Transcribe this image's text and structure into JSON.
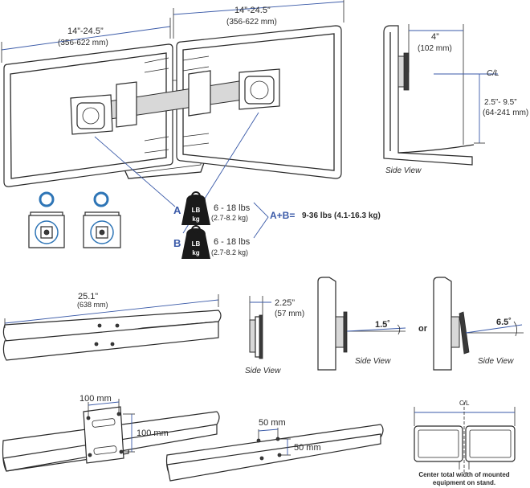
{
  "top": {
    "left_width": "14”-24.5”",
    "left_width_mm": "(356-622 mm)",
    "right_width": "14”-24.5”",
    "right_width_mm": "(356-622 mm)"
  },
  "weights": {
    "a_letter": "A",
    "b_letter": "B",
    "a_range": "6 - 18 lbs",
    "a_range_kg": "(2.7-8.2 kg)",
    "b_range": "6 - 18 lbs",
    "b_range_kg": "(2.7-8.2 kg)",
    "sum_label": "A+B=",
    "sum_value": "9-36 lbs (4.1-16.3 kg)",
    "weight_icon_top": "LB",
    "weight_icon_bottom": "kg"
  },
  "side_view_top": {
    "depth": "4”",
    "depth_mm": "(102 mm)",
    "centerline": "C/L",
    "height": "2.5”- 9.5”",
    "height_mm": "(64-241 mm)",
    "caption": "Side View"
  },
  "bar": {
    "length": "25.1”",
    "length_mm": "(638 mm)"
  },
  "bracket_side": {
    "depth": "2.25”",
    "depth_mm": "(57 mm)",
    "caption": "Side View"
  },
  "tilt": {
    "tilt_a": "1.5˚",
    "or_label": "or",
    "tilt_b": "6.5˚",
    "caption_a": "Side View",
    "caption_b": "Side View"
  },
  "vesa_100": {
    "width": "100 mm",
    "height": "100 mm"
  },
  "vesa_50": {
    "width": "50 mm",
    "height": "50 mm"
  },
  "center": {
    "centerline": "C/L",
    "note_line1": "Center total width of mounted",
    "note_line2": "equipment on stand."
  }
}
